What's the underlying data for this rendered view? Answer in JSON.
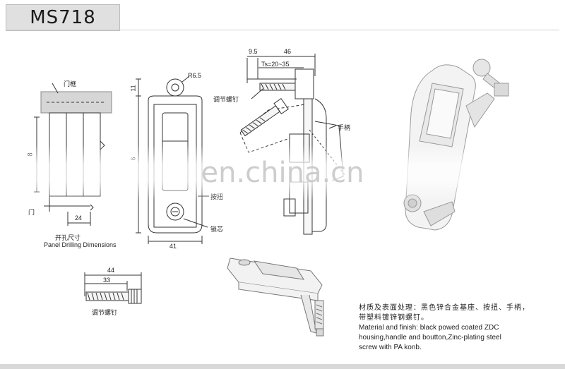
{
  "title": "MS718",
  "labels": {
    "door_frame": "门框",
    "door": "门",
    "drilling_cn": "开孔尺寸",
    "drilling_en": "Panel Drilling Dimensions",
    "adjust_screw_top": "调节螺钉",
    "handle": "手柄",
    "button": "按扭",
    "lock_core": "锁芯",
    "adjust_screw_bottom": "调节螺钉"
  },
  "dimensions": {
    "d8": "8",
    "d24": "24",
    "r65": "R6.5",
    "d11": "11",
    "d6": "6",
    "d41": "41",
    "d95": "9.5",
    "d46": "46",
    "ts": "Ts=20~35",
    "d44": "44",
    "d33": "33"
  },
  "material_note": {
    "cn_line1": "材质及表面处理：黑色锌合金基座、按扭、手柄，",
    "cn_line2": "带塑料镀锌钢螺钉。",
    "en_line1": "Material and finish: black powed coated ZDC",
    "en_line2": "housing,handle and boutton,Zinc-plating steel",
    "en_line3": "screw with PA konb."
  },
  "watermark": "en.china.cn",
  "colors": {
    "line": "#333333",
    "title_bg": "#e0e0e0"
  }
}
